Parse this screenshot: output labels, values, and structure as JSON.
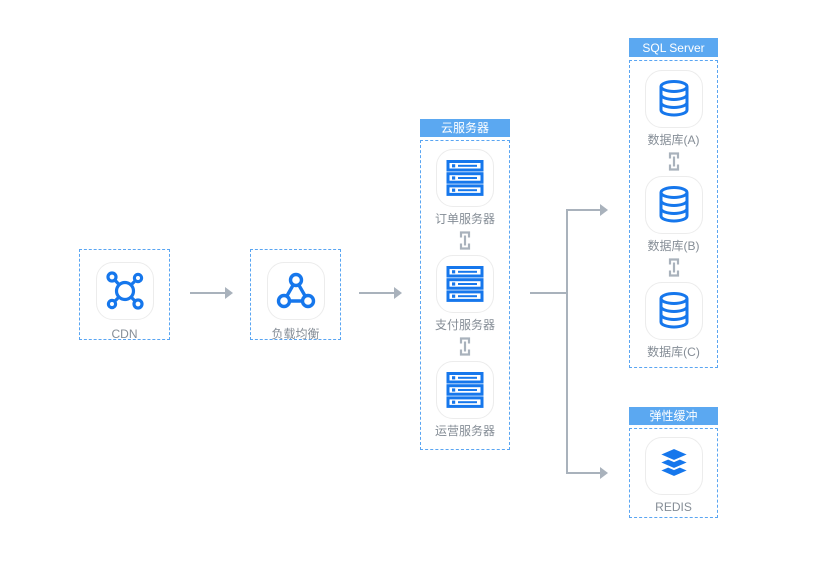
{
  "nodes": {
    "cdn": {
      "label": "CDN"
    },
    "load_balancer": {
      "label": "负载均衡"
    }
  },
  "groups": {
    "cloud": {
      "title": "云服务器",
      "servers": [
        {
          "label": "订单服务器"
        },
        {
          "label": "支付服务器"
        },
        {
          "label": "运营服务器"
        }
      ]
    },
    "sql": {
      "title": "SQL Server",
      "databases": [
        {
          "label": "数据库(A)"
        },
        {
          "label": "数据库(B)"
        },
        {
          "label": "数据库(C)"
        }
      ]
    },
    "cache": {
      "title": "弹性缓冲",
      "items": [
        {
          "label": "REDIS"
        }
      ]
    }
  },
  "colors": {
    "icon_blue": "#1677ec",
    "tab_blue": "#5ba8f1",
    "dashed_border_blue": "#59a5f2",
    "connector_gray": "#a9b2bc",
    "label_gray": "#858d96"
  }
}
